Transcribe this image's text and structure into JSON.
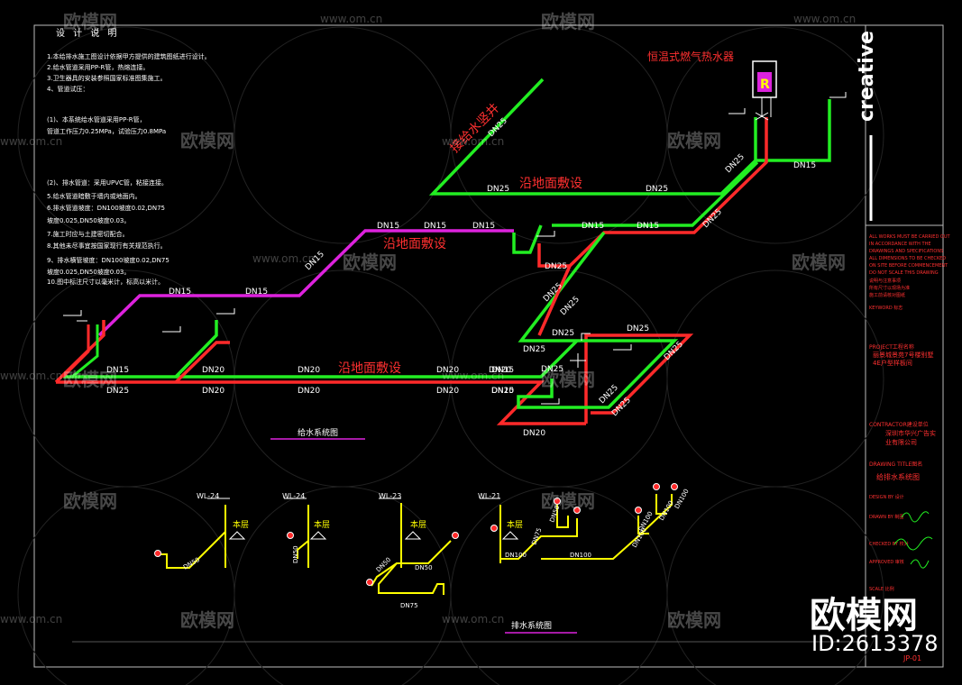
{
  "colors": {
    "hot": "#ff2a2a",
    "cold": "#22ee22",
    "mid": "#dd22dd",
    "label": "#ff3030",
    "white": "#ffffff",
    "yellow": "#ffff00"
  },
  "notes": {
    "title": "设 计 说 明",
    "lines": [
      "1.本给排水施工图设计依据甲方提供的建筑图纸进行设计。",
      "2.给水管道采用PP-R管，热熔连接。",
      "3.卫生器具的安装参照国家标准图集施工。",
      "4、管道试压：",
      "(1)、本系统给水管道采用PP-R管，",
      "管道工作压力0.25MPa，试验压力0.8MPa",
      "(2)、排水管道：采用UPVC管，粘接连接。",
      "5.给水管道暗敷于墙内或地面内。",
      "6.排水管道坡度：DN100坡度0.02,DN75",
      "坡度0.025,DN50坡度0.03。",
      "7.施工时应与土建密切配合。",
      "8.其他未尽事宜按国家现行有关规范执行。",
      "9、排水横管坡度：DN100坡度0.02,DN75",
      "坡度0.025,DN50坡度0.03。",
      "10.图中标注尺寸以毫米计，标高以米计。"
    ]
  },
  "supply": {
    "heater_label": "恒温式燃气热水器",
    "heater_symbol": "R",
    "riser_label": "接给水竖井",
    "floor_labels": [
      "沿地面敷设",
      "沿地面敷设",
      "沿地面敷设"
    ],
    "pipe_labels": [
      "DN25",
      "DN25",
      "DN25",
      "DN25",
      "DN25",
      "DN15",
      "DN15",
      "DN15",
      "DN15",
      "DN15",
      "DN15",
      "DN15",
      "DN15",
      "DN15",
      "DN25",
      "DN25",
      "DN25",
      "DN25",
      "DN25",
      "DN25",
      "DN25",
      "DN20",
      "DN20",
      "DN20",
      "DN20",
      "DN20",
      "DN20",
      "DN15",
      "DN15",
      "DN20",
      "DN20",
      "DN25",
      "DN25",
      "DN25",
      "DN25",
      "DN20",
      "DN15"
    ],
    "caption": "给水系统图"
  },
  "drain": {
    "risers": [
      "WL-24",
      "WL-24",
      "WL-23",
      "WL-21"
    ],
    "floor_tag": "本层",
    "pipes": [
      "DN50",
      "DN50",
      "DN50",
      "DN50",
      "DN75",
      "DN100",
      "DN100",
      "DN75",
      "DN50",
      "DN100",
      "DN100",
      "DN100",
      "DN100"
    ],
    "caption": "排水系统图"
  },
  "panel": {
    "brand": "creative",
    "fine_print": [
      "ALL WORKS MUST BE CARRIED OUT",
      "IN ACCORDANCE WITH THE",
      "DRAWINGS AND SPECIFICATIONS",
      "ALL DIMENSIONS TO BE CHECKED",
      "ON SITE BEFORE COMMENCEMENT",
      "DO NOT SCALE THIS DRAWING",
      "说明与注意事项",
      "所有尺寸以现场为准",
      "施工前请核对图纸"
    ],
    "keyword": "KEYWORD 标志",
    "project_head": "PROJECT工程名称",
    "project_name": "丽景城景苑7号楼别墅4E户型样板间",
    "contractor_head": "CONTRACTOR建设单位",
    "contractor_name": "深圳市华兴广告实业有限公司",
    "drawing_title_head": "DRAWING TITLE图名",
    "drawing_title": "给排水系统图",
    "design_head": "DESIGN BY 设计",
    "draw_head": "DRAWN BY 制图",
    "check_head": "CHECKED BY 校对",
    "approve_head": "APPROVED 审核",
    "scale_head": "SCALE 比例",
    "sheet_no": "JP-01"
  },
  "watermark": {
    "logo": "欧模网",
    "url": "www.om.cn",
    "id_label": "ID:2613378",
    "big_logo": "欧模网"
  }
}
